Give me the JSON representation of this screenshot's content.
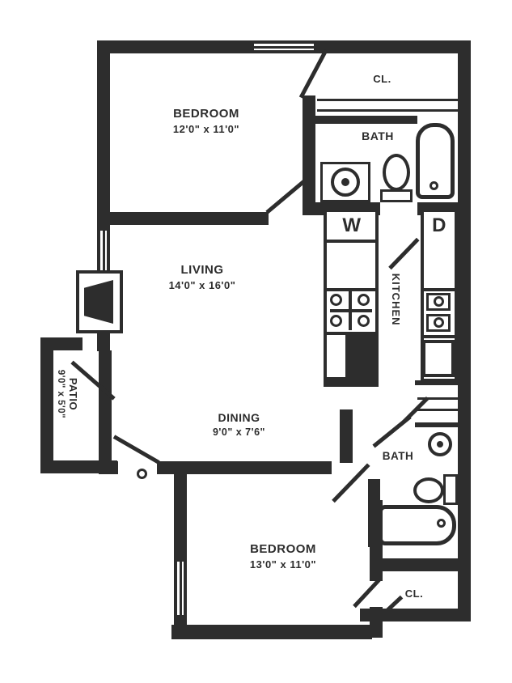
{
  "colors": {
    "wall": "#2d2d2d",
    "background": "#ffffff"
  },
  "rooms": {
    "bedroom_top": {
      "label": "BEDROOM",
      "dims": "12'0\" x 11'0\""
    },
    "closet_top": {
      "label": "CL."
    },
    "bath_top": {
      "label": "BATH"
    },
    "kitchen": {
      "label": "KITCHEN"
    },
    "living": {
      "label": "LIVING",
      "dims": "14'0\" x 16'0\""
    },
    "dining": {
      "label": "DINING",
      "dims": "9'0\" x 7'6\""
    },
    "patio": {
      "label": "PATIO",
      "dims": "9'0\" x 5'0\""
    },
    "bedroom_bottom": {
      "label": "BEDROOM",
      "dims": "13'0\" x 11'0\""
    },
    "bath_bottom": {
      "label": "BATH"
    },
    "closet_bottom": {
      "label": "CL."
    }
  },
  "appliances": {
    "washer": "W",
    "dryer": "D"
  }
}
